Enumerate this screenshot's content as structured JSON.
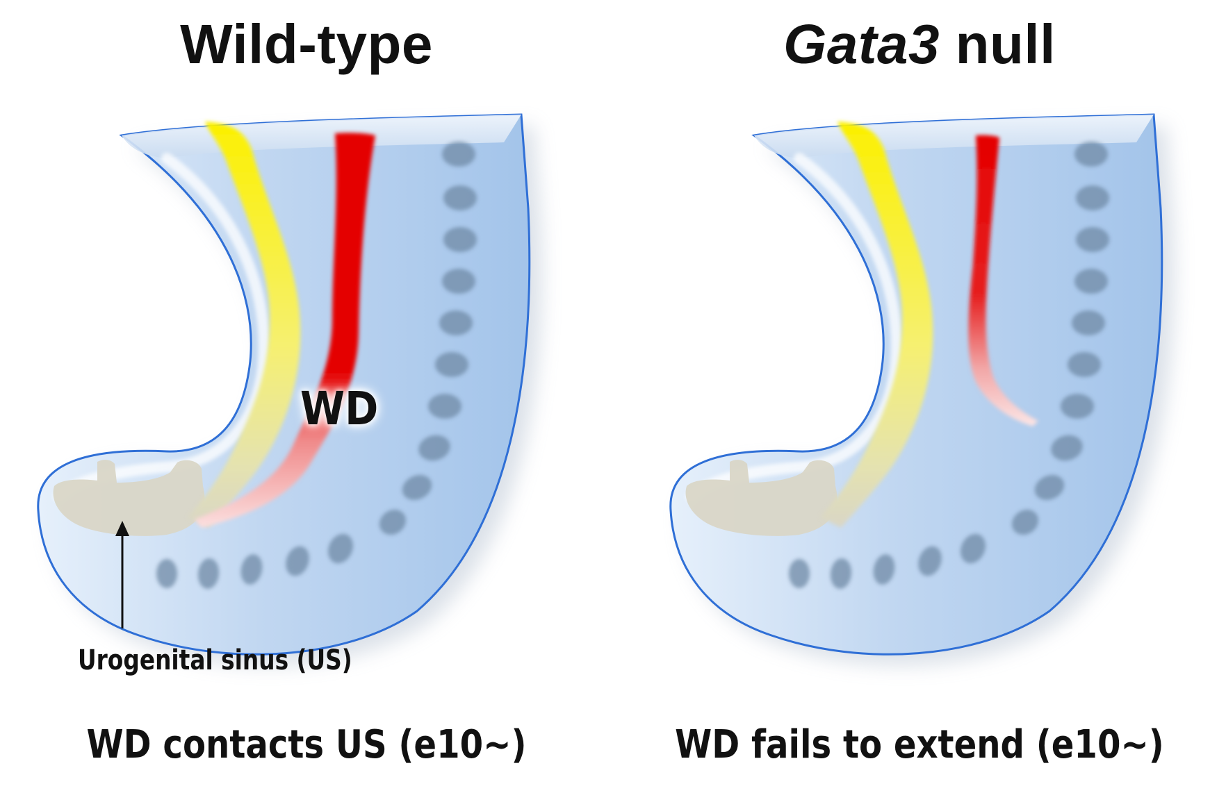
{
  "panels": [
    {
      "title_plain": "Wild-type",
      "caption": "WD contacts US (e10~)",
      "wd_label": "WD",
      "us_label": "Urogenital sinus (US)"
    },
    {
      "title_italic": "Gata3",
      "title_plain": " null",
      "caption": "WD fails to extend (e10~)"
    }
  ],
  "colors": {
    "embryo_fill": "#a9c8ec",
    "embryo_outline": "#2f6fd6",
    "wolffian_duct": "#e00000",
    "nephric_cord": "#f4ef2a",
    "urogenital_sinus": "#d9d6c7",
    "somite": "#6f8aa6"
  }
}
